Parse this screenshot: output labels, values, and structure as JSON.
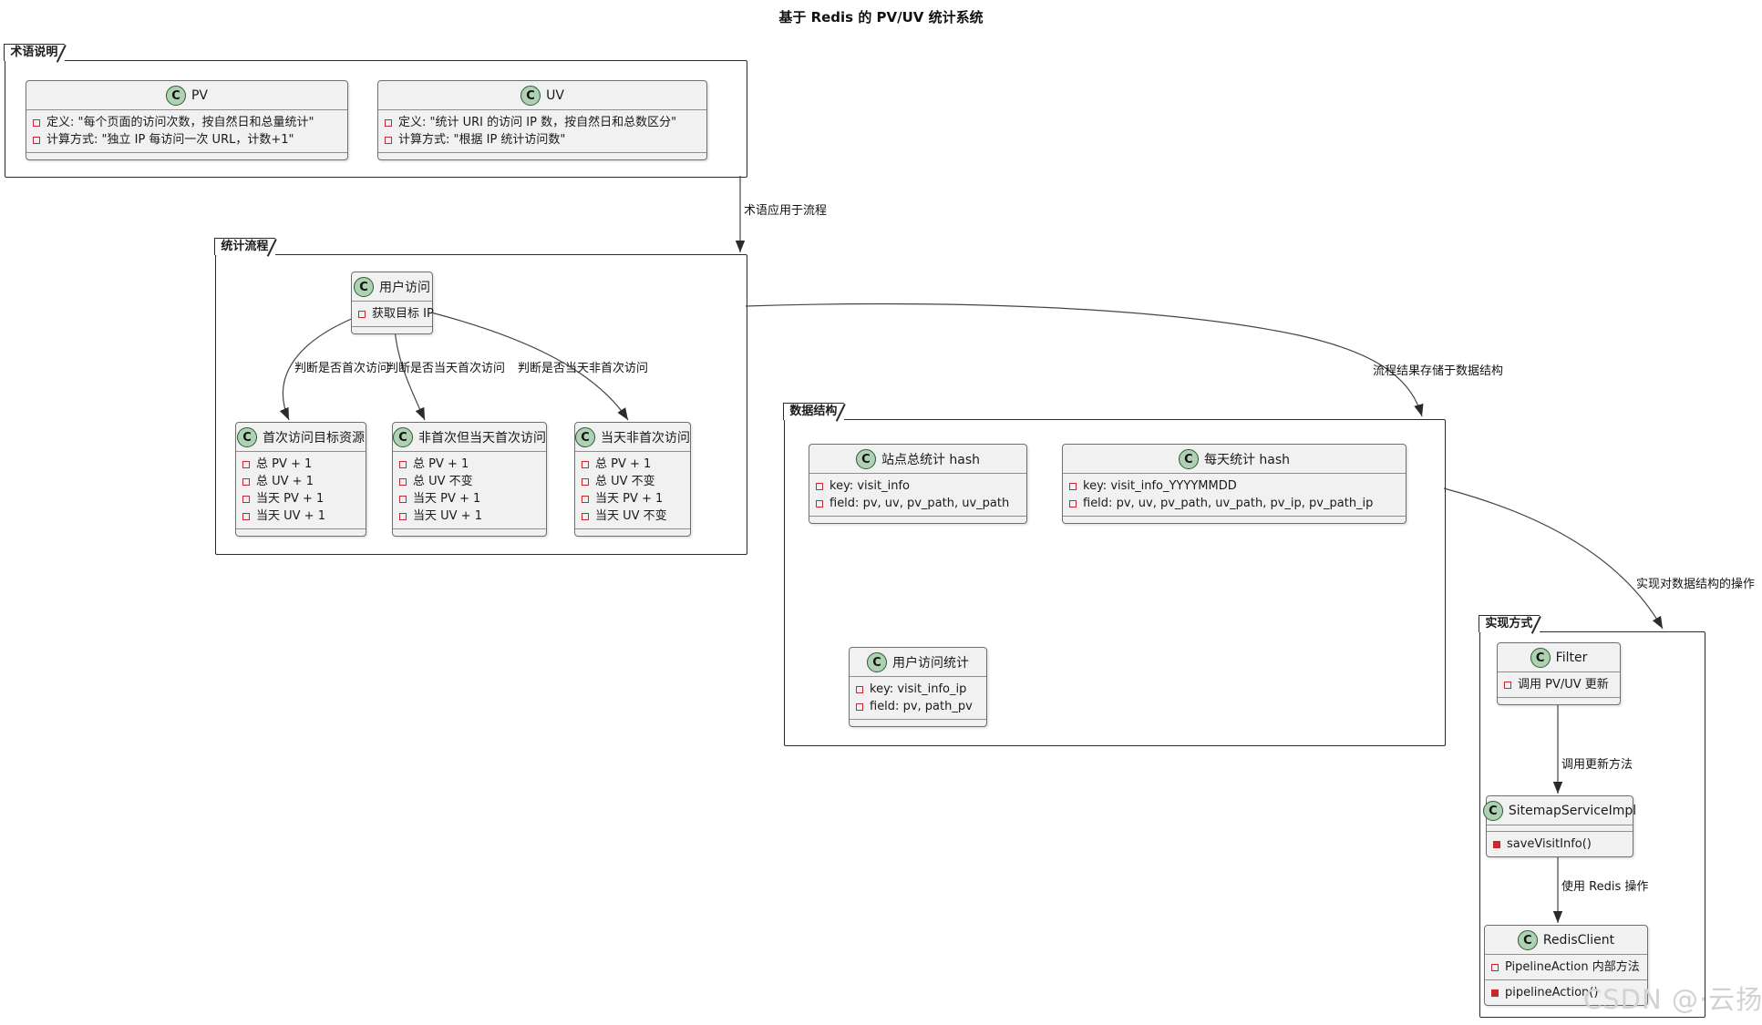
{
  "title": "基于 Redis 的 PV/UV 统计系统",
  "watermark": "CSDN @·云扬·",
  "icon_letter": "C",
  "colors": {
    "class_background": "#F1F1F1",
    "class_icon_circle": "#ADD1B2",
    "member_marker": "#C82930",
    "frame_border": "#2B2B2B",
    "page_background": "#FFFFFF"
  },
  "icons": {
    "class_icon": "green-circle-letter-C",
    "field_marker": "hollow-red-square",
    "method_marker": "filled-red-square"
  },
  "packages": {
    "terms": {
      "label": "术语说明"
    },
    "flow": {
      "label": "统计流程"
    },
    "data": {
      "label": "数据结构"
    },
    "impl": {
      "label": "实现方式"
    }
  },
  "classes": {
    "pv": {
      "title": "PV",
      "fields": [
        "定义: \"每个页面的访问次数，按自然日和总量统计\"",
        "计算方式: \"独立 IP 每访问一次 URL，计数+1\""
      ]
    },
    "uv": {
      "title": "UV",
      "fields": [
        "定义: \"统计 URI 的访问 IP 数，按自然日和总数区分\"",
        "计算方式: \"根据 IP 统计访问数\""
      ]
    },
    "visit": {
      "title": "用户访问",
      "fields": [
        "获取目标 IP"
      ]
    },
    "first": {
      "title": "首次访问目标资源",
      "fields": [
        "总 PV + 1",
        "总 UV + 1",
        "当天 PV + 1",
        "当天 UV + 1"
      ]
    },
    "day_first": {
      "title": "非首次但当天首次访问",
      "fields": [
        "总 PV + 1",
        "总 UV 不变",
        "当天 PV + 1",
        "当天 UV + 1"
      ]
    },
    "day_not_first": {
      "title": "当天非首次访问",
      "fields": [
        "总 PV + 1",
        "总 UV 不变",
        "当天 PV + 1",
        "当天 UV 不变"
      ]
    },
    "site": {
      "title": "站点总统计 hash",
      "fields": [
        "key: visit_info",
        "field: pv, uv, pv_path, uv_path"
      ]
    },
    "daily": {
      "title": "每天统计 hash",
      "fields": [
        "key: visit_info_YYYYMMDD",
        "field: pv, uv, pv_path, uv_path, pv_ip, pv_path_ip"
      ]
    },
    "user_visit": {
      "title": "用户访问统计",
      "fields": [
        "key: visit_info_ip",
        "field: pv, path_pv"
      ]
    },
    "filter": {
      "title": "Filter",
      "fields": [
        "调用 PV/UV 更新"
      ]
    },
    "sitemap": {
      "title": "SitemapServiceImpl",
      "methods": [
        "saveVisitInfo()"
      ]
    },
    "redis": {
      "title": "RedisClient",
      "fields": [
        "PipelineAction 内部方法"
      ],
      "methods": [
        "pipelineAction()"
      ]
    }
  },
  "edges": {
    "terms_flow": "术语应用于流程",
    "judge_first": "判断是否首次访问",
    "judge_day_first": "判断是否当天首次访问",
    "judge_day_not_first": "判断是否当天非首次访问",
    "flow_data": "流程结果存储于数据结构",
    "data_impl": "实现对数据结构的操作",
    "call_update": "调用更新方法",
    "use_redis": "使用 Redis 操作"
  }
}
